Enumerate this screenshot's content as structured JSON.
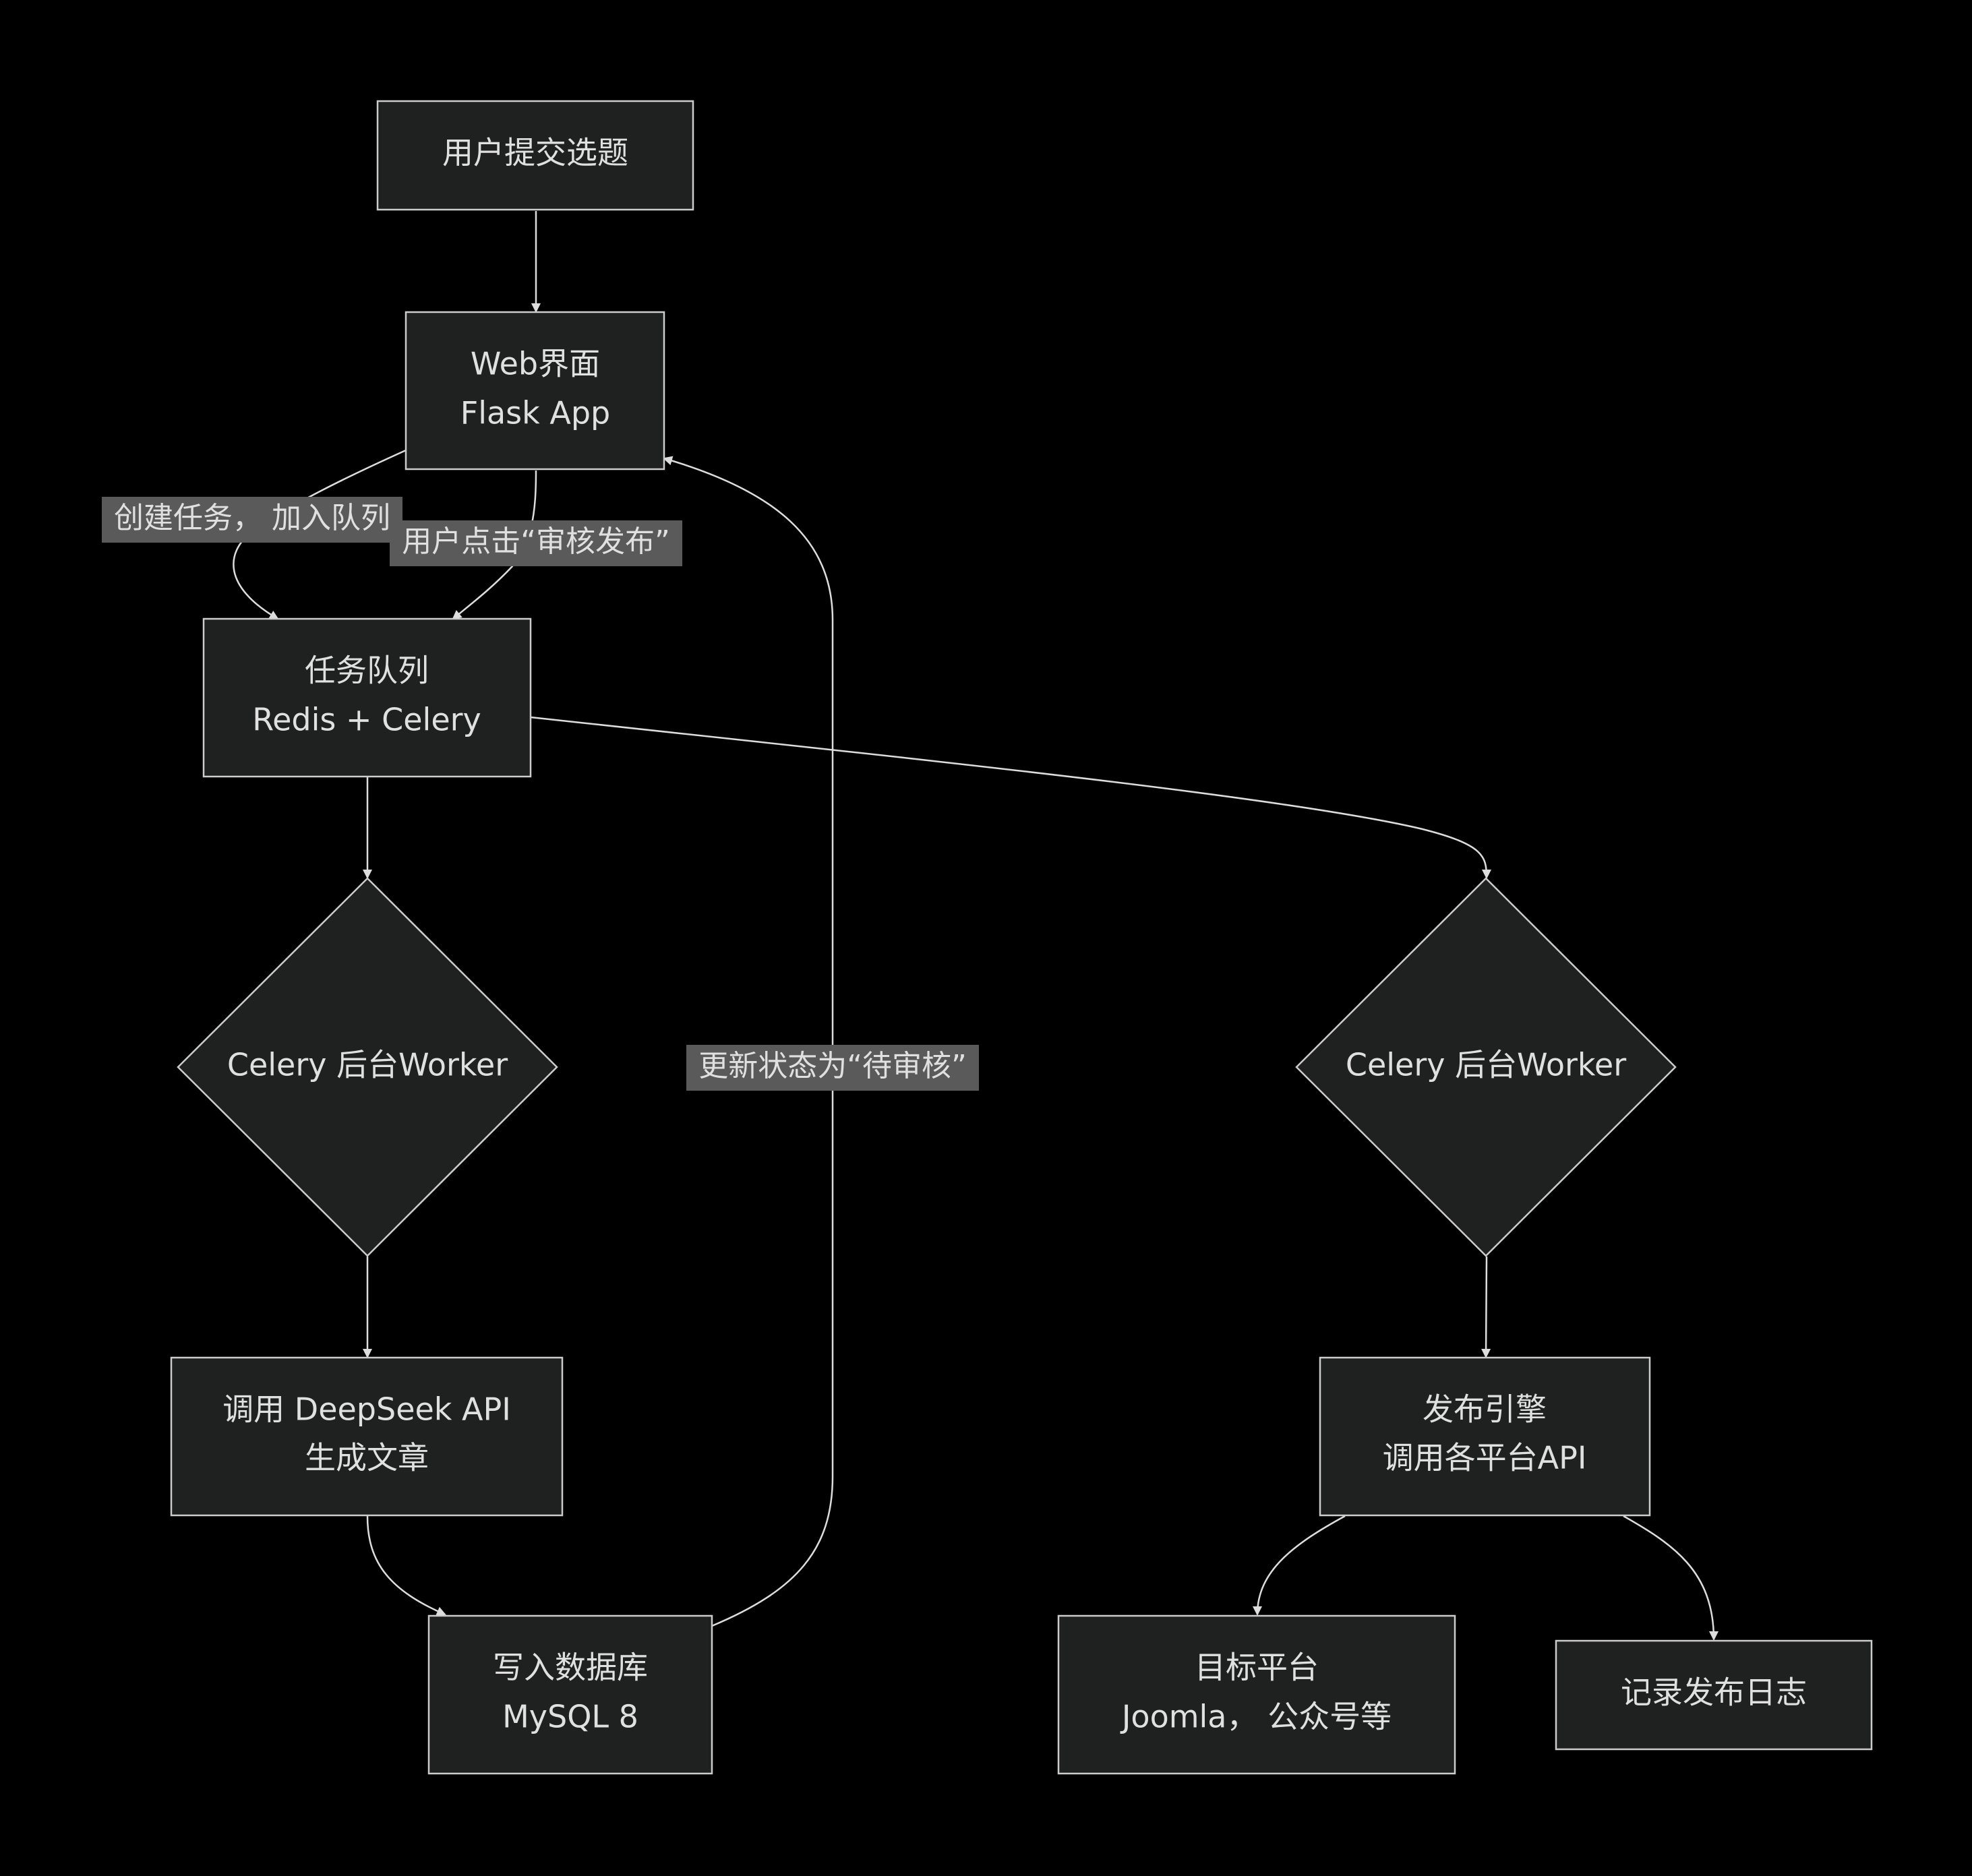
{
  "nodes": {
    "submit": {
      "lines": [
        "用户提交选题"
      ]
    },
    "web": {
      "lines": [
        "Web界面",
        "Flask App"
      ]
    },
    "queue": {
      "lines": [
        "任务队列",
        "Redis + Celery"
      ]
    },
    "worker_left": {
      "lines": [
        "Celery 后台Worker"
      ]
    },
    "worker_right": {
      "lines": [
        "Celery 后台Worker"
      ]
    },
    "deepseek": {
      "lines": [
        "调用 DeepSeek API",
        "生成文章"
      ]
    },
    "db": {
      "lines": [
        "写入数据库",
        "MySQL 8"
      ]
    },
    "publish": {
      "lines": [
        "发布引擎",
        "调用各平台API"
      ]
    },
    "target": {
      "lines": [
        "目标平台",
        "Joomla， 公众号等"
      ]
    },
    "log": {
      "lines": [
        "记录发布日志"
      ]
    }
  },
  "edge_labels": {
    "create_task": "创建任务， 加入队列",
    "review_publish": "用户点击“审核发布”",
    "update_status": "更新状态为“待审核”"
  },
  "colors": {
    "background": "#000000",
    "node_fill": "#1f2020",
    "node_stroke": "#cccccc",
    "edge": "#dddddd",
    "label_bg": "#5a5a5a",
    "text": "#e0e0e0"
  }
}
